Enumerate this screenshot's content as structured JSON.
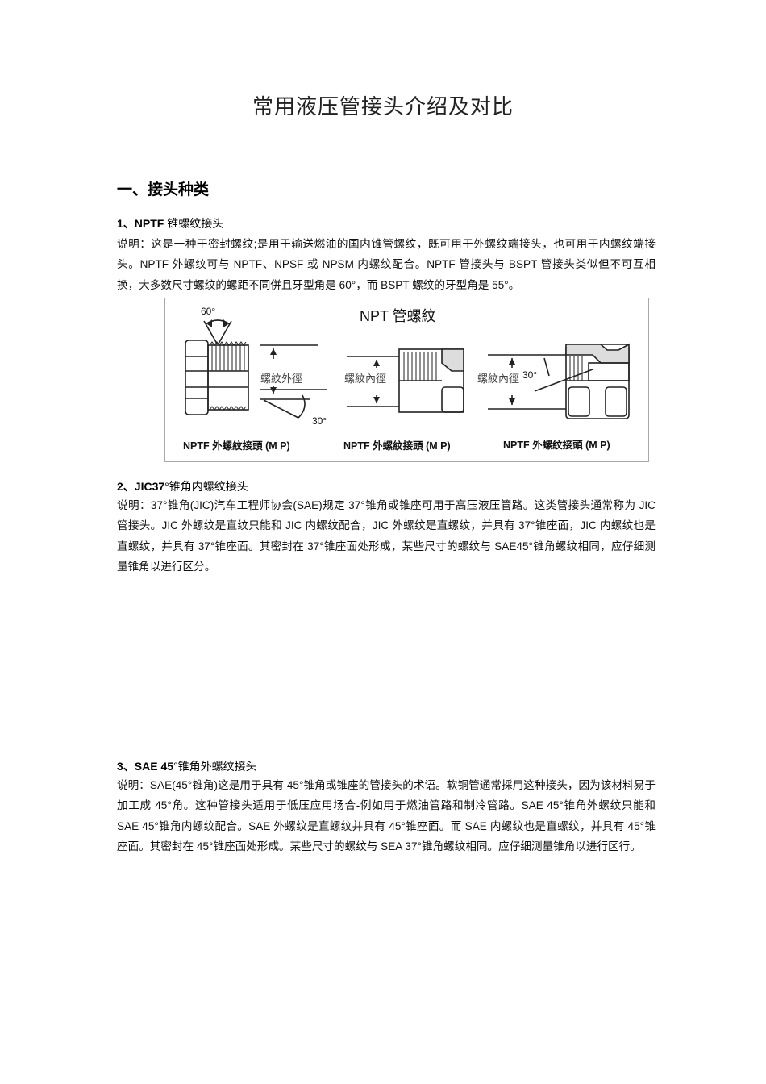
{
  "document": {
    "title": "常用液压管接头介绍及对比",
    "section_heading": "一、接头种类",
    "items": [
      {
        "number": "1、",
        "name_bold": "NPTF",
        "name_rest": " 锥螺纹接头",
        "paragraph": "说明：这是一种干密封螺纹;是用于输送燃油的国内锥管螺纹，既可用于外螺纹端接头，也可用于内螺纹端接头。NPTF 外螺纹可与 NPTF、NPSF 或 NPSM 内螺纹配合。NPTF 管接头与 BSPT 管接头类似但不可互相换，大多数尺寸螺纹的螺距不同併且牙型角是 60°，而 BSPT 螺纹的牙型角是 55°。"
      },
      {
        "number": "2、",
        "name_bold": "JIC37",
        "name_rest": "°锥角内螺纹接头",
        "paragraph": "说明：37°锥角(JIC)汽车工程师协会(SAE)规定 37°锥角或锥座可用于高压液压管路。这类管接头通常称为 JIC 管接头。JIC 外螺纹是直纹只能和 JIC 内螺纹配合，JIC 外螺纹是直螺纹，并具有 37°锥座面，JIC 内螺纹也是直螺纹，并具有 37°锥座面。其密封在 37°锥座面处形成，某些尺寸的螺纹与 SAE45°锥角螺纹相同，应仔细测量锥角以进行区分。"
      },
      {
        "number": "3、",
        "name_bold": "SAE 45",
        "name_rest": "°锥角外螺纹接头",
        "paragraph": "说明：SAE(45°锥角)这是用于具有 45°锥角或锥座的管接头的术语。软铜管通常採用这种接头，因为该材料易于加工成 45°角。这种管接头适用于低压应用场合-例如用于燃油管路和制冷管路。SAE 45°锥角外螺纹只能和 SAE 45°锥角内螺纹配合。SAE 外螺纹是直螺纹并具有 45°锥座面。而 SAE 内螺纹也是直螺纹，并具有 45°锥座面。其密封在 45°锥座面处形成。某些尺寸的螺纹与 SEA 37°锥角螺纹相同。应仔细测量锥角以进行区行。"
      }
    ],
    "figure": {
      "title": "NPT 管螺紋",
      "angle_top": "60°",
      "angle_left": "30°",
      "angle_right": "30°",
      "label_outer_diameter": "螺紋外徑",
      "label_inner_diameter_mid": "螺紋內徑",
      "label_inner_diameter_right": "螺紋內徑",
      "captions": [
        "NPTF 外螺紋接頭 (M P)",
        "NPTF 外螺紋接頭 (M P)",
        "NPTF 外螺紋接頭 (M P)"
      ]
    }
  }
}
